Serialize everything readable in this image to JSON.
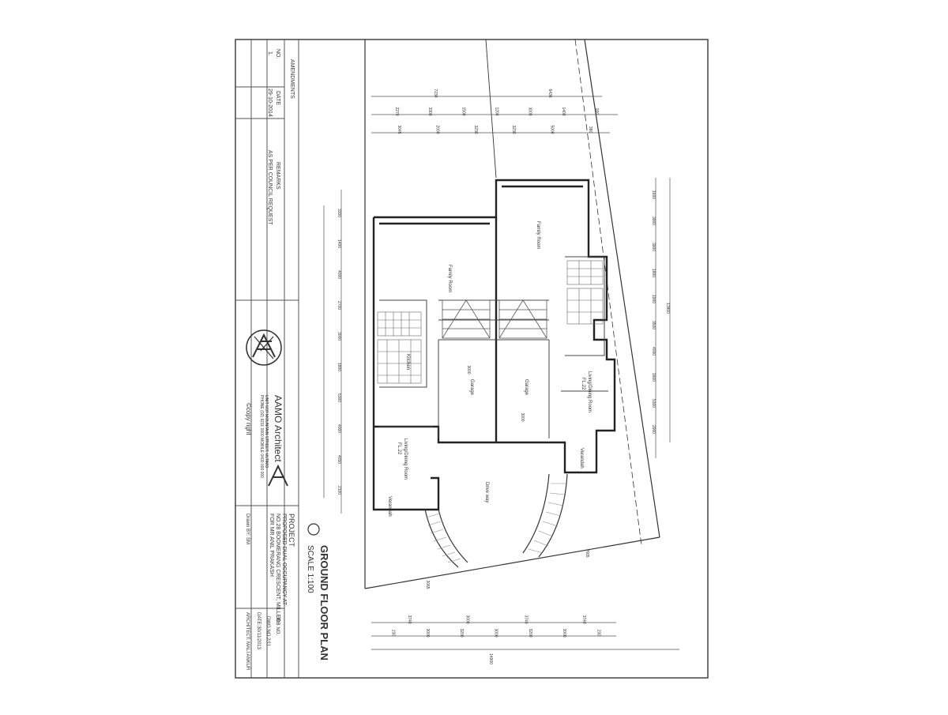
{
  "amendments": {
    "heading": "AMENDMENTS",
    "col_no": "NO.",
    "col_date": "DATE",
    "col_remarks": "REMARKS",
    "row_no": "1.",
    "row_date": "29-10-2014",
    "row_remarks": "AS PER COUNCIL REQUEST"
  },
  "architect": {
    "firm": "AAMO Architect",
    "address_1": "UNIT 6/37 MOUNTAIN STREET, ULTIMO",
    "address_2": "PHONE (02) 9211 0000   MOBILE 0400 000 000",
    "copyright": "©copy right"
  },
  "drawing": {
    "title": "GROUND FLOOR PLAN",
    "scale": "SCALE 1:100"
  },
  "project": {
    "label": "PROJECT",
    "line_1": "PROPOSED DUAL OCCUPANCY AT",
    "line_2": "NO.28 BOOMERANG CRESCENT, MILLER",
    "line_3": "FOR MR ANIL PRAKASH",
    "job_no": "JOB NO.",
    "dwg_no": "DWG NO.2/11",
    "date": "DATE:30/11/2013",
    "drawn_by": "Drawn BY: SM",
    "architect": "ARCHITECT: MALI  ANKUR"
  },
  "rooms": {
    "family_a": "Family Room",
    "family_b": "Family Room",
    "kitchen": "Kitchen",
    "living_a": "Living/Dining Room",
    "living_a_fl": "FL.22",
    "living_b": "Living/Dining Room",
    "living_b_fl": "FL.22",
    "garage_a": "Garage",
    "garage_b": "Garage",
    "veranda_a": "Verandah",
    "veranda_b": "Verandah",
    "driveway": "Drive way"
  },
  "dims": {
    "top_total_1": "7230",
    "top_total_2": "6436",
    "top_r1": [
      "2270",
      "3300",
      "1500",
      "1204",
      "3000",
      "1400",
      "900"
    ],
    "top_r2": [
      "3045",
      "2000",
      "3230",
      "3230",
      "5000",
      "380"
    ],
    "left_col": [
      "3300",
      "1400",
      "4000",
      "2700",
      "3000",
      "1800",
      "5300",
      "4000",
      "4050",
      "2100"
    ],
    "right_col": [
      "1600",
      "3900",
      "3900",
      "1800",
      "1900",
      "3500",
      "4000",
      "1800",
      "5300",
      "2900"
    ],
    "right_total": "13800",
    "garage_w": "3000",
    "garage_w2": "3000",
    "site_a": "7665",
    "site_b": "3065",
    "bot_r1": [
      "3740",
      "3000",
      "3740",
      "3740"
    ],
    "bot_r2": [
      "230",
      "3000",
      "3200",
      "3000",
      "3200",
      "3000",
      "230"
    ],
    "bot_total": "14900"
  }
}
